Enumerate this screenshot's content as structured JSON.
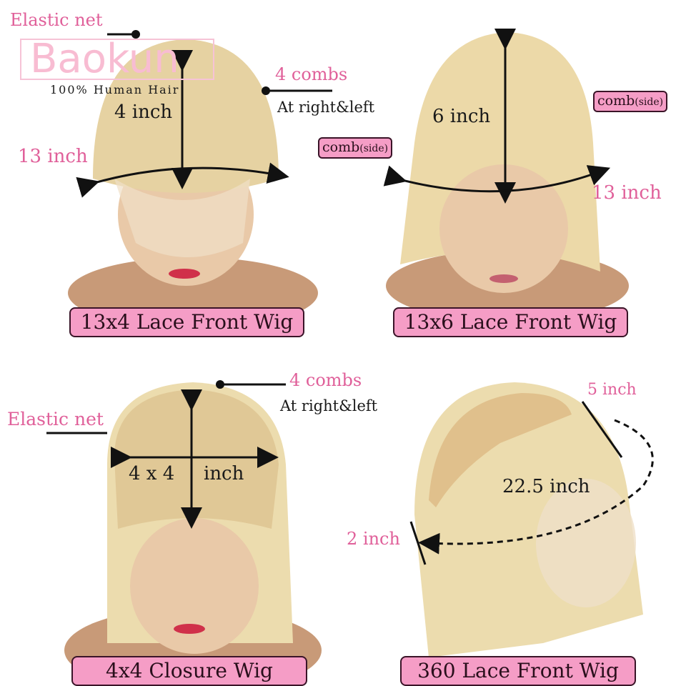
{
  "brand": {
    "logo_text": "Baokun",
    "tagline": "100% Human Hair"
  },
  "colors": {
    "label_bg": "#f59dc6",
    "label_border": "#3a1428",
    "accent_text": "#e0609a",
    "wig": "#e6d2a2"
  },
  "panels": [
    {
      "title": "13x4 Lace Front Wig",
      "height": "4 inch",
      "width": "13 inch",
      "elastic": "Elastic net",
      "combs": "4 combs",
      "combs_position": "At right&left"
    },
    {
      "title": "13x6 Lace Front Wig",
      "height": "6 inch",
      "width": "13 inch",
      "comb_tag": "comb",
      "comb_tag_note": "(side)"
    },
    {
      "title": "4x4 Closure Wig",
      "size_a": "4 x 4",
      "size_b": "inch",
      "elastic": "Elastic net",
      "combs": "4 combs",
      "combs_position": "At right&left"
    },
    {
      "title": "360 Lace Front Wig",
      "circumference": "22.5 inch",
      "top": "5 inch",
      "side": "2 inch"
    }
  ]
}
